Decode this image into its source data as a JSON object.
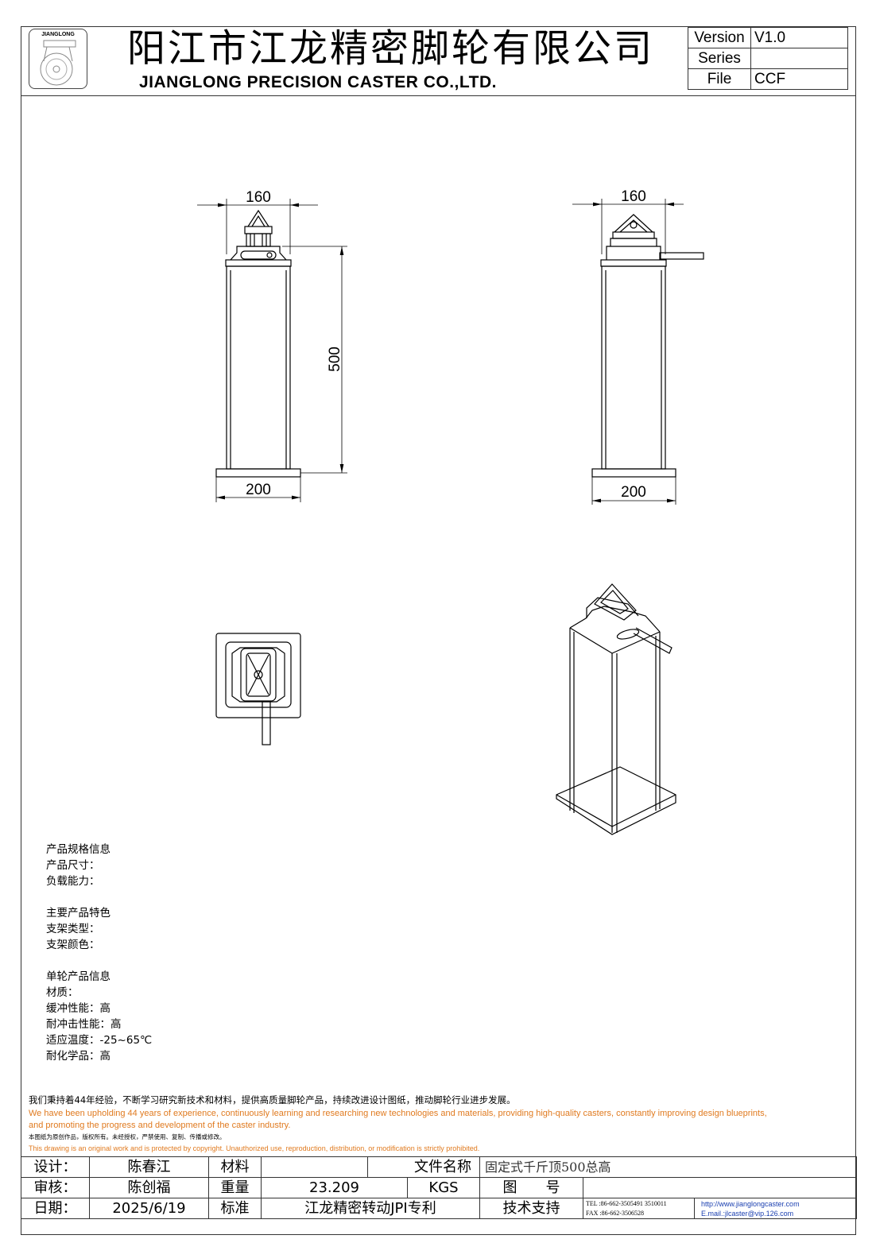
{
  "header": {
    "logo_text": "JIANGLONG",
    "company_cn": "阳江市江龙精密脚轮有限公司",
    "company_en": "JIANGLONG PRECISION CASTER CO.,LTD.",
    "info": [
      {
        "label": "Version",
        "value": "V1.0"
      },
      {
        "label": "Series",
        "value": ""
      },
      {
        "label": "File",
        "value": "CCF"
      }
    ]
  },
  "drawing": {
    "front_view": {
      "top_width": "160",
      "height": "500",
      "base_width": "200"
    },
    "side_view": {
      "top_width": "160",
      "base_width": "200"
    }
  },
  "specs": [
    "产品规格信息",
    "产品尺寸：",
    "负载能力：",
    "",
    "主要产品特色",
    "支架类型：",
    "支架颜色：",
    "",
    "单轮产品信息",
    "材质：",
    "缓冲性能：高",
    "耐冲击性能：高",
    "适应温度：-25~65℃",
    "耐化学品：高"
  ],
  "notes": {
    "cn_statement": "我们秉持着44年经验，不断学习研究新技术和材料，提供高质量脚轮产品，持续改进设计图纸，推动脚轮行业进步发展。",
    "en_statement_1": "We have been upholding 44 years of experience, continuously learning and researching new technologies and materials, providing high-quality casters, constantly improving design blueprints,",
    "en_statement_2": "and promoting the progress and development of the caster industry.",
    "cn_copyright": "本图纸为原创作品，版权所有。未经授权，严禁使用、复制、传播或修改。",
    "en_copyright": "This drawing is an original work and is protected by copyright. Unauthorized use, reproduction, distribution, or modification is strictly prohibited."
  },
  "title_block": {
    "design_label": "设计：",
    "design_value": "陈春江",
    "material_label": "材料",
    "material_value": "",
    "filename_label": "文件名称",
    "filename_value": "固定式千斤顶500总高",
    "review_label": "审核：",
    "review_value": "陈创福",
    "weight_label": "重量",
    "weight_value": "23.209",
    "weight_unit": "KGS",
    "drawing_no_label": "图　　号",
    "drawing_no_value": "",
    "date_label": "日期：",
    "date_value": "2025/6/19",
    "standard_label": "标准",
    "standard_value": "江龙精密转动JPI专利",
    "support_label": "技术支持",
    "tel": "TEL :86-662-3505491 3510011",
    "fax": "FAX :86-662-3506528",
    "website": "http://www.jianglongcaster.com",
    "email": "E.mail.:jlcaster@vip.126.com"
  },
  "colors": {
    "orange": "#e07a1f",
    "link": "#1a3fb0",
    "line": "#000000"
  }
}
